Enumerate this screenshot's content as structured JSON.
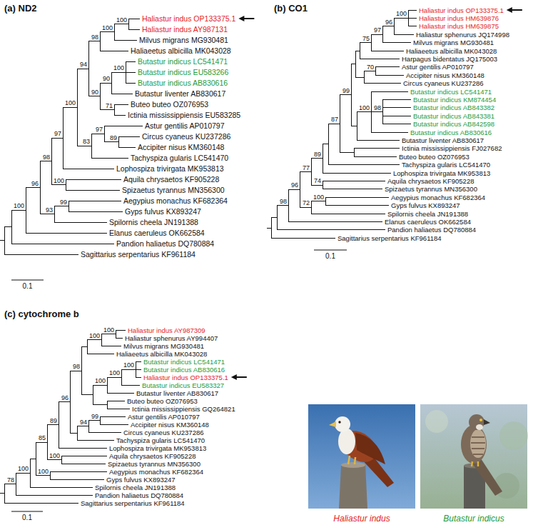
{
  "diagram": {
    "labels": [
      "(a) ND2",
      "Haliastur indus OP133375.1",
      "Haliastur indus AY987131",
      "Milvus migrans MG930481",
      "Haliaeetus albicilla MK043028",
      "Butastur indicus LC541471",
      "Butastur indicus EU583266",
      "Butastur indicus AB830616",
      "Butastur liventer AB830617",
      "Buteo buteo OZ076953",
      "Ictinia mississippiensis EU583285",
      "Astur gentilis AP010797",
      "Circus cyaneus KU237286",
      "Accipiter nisus KM360148",
      "Tachyspiza gularis LC541470",
      "Lophospiza trivirgata MK953813",
      "Aquila chrysaetos KF905228",
      "Spizaetus tyrannus MN356300",
      "Aegypius monachus KF682364",
      "Gyps fulvus KX893247",
      "Spilornis cheela JN191388",
      "Elanus caeruleus OK662584",
      "Pandion haliaetus DQ780884",
      "Sagittarius serpentarius KF961184",
      "100",
      "96",
      "98",
      "97",
      "100",
      "94",
      "98",
      "100",
      "100",
      "90",
      "90",
      "100",
      "71",
      "83",
      "97",
      "89",
      "100",
      "93",
      "99",
      "0.1",
      "(b) CO1",
      "Haliastur indus OP133375.1",
      "Haliastur indus HM639876",
      "Haliastur indus HM639875",
      "Haliastur sphenurus JQ174998",
      "Milvus migrans MG930481",
      "Haliaeetus albicilla MK043028",
      "Harpagus bidentatus JQ175003",
      "Astur gentilis AP010797",
      "Accipiter nisus KM360148",
      "Circus cyaneus KU237286",
      "Butastur indicus LC541471",
      "Butastur indicus KM874454",
      "Butastur indicus AB843382",
      "Butastur indicus AB843381",
      "Butastur indicus AB842598",
      "Butastur indicus AB830616",
      "Butastur liventer AB830617",
      "Ictinia mississippiensis FJ027682",
      "Buteo buteo OZ076953",
      "Tachyspiza gularis LC541470",
      "Lophospiza trivirgata MK953813",
      "Aquila chrysaetos KF905228",
      "Spizaetus tyrannus MN356300",
      "Aegypius monachus KF682364",
      "Gyps fulvus KX893247",
      "Spilornis cheela JN191388",
      "Elanus caeruleus OK662584",
      "Pandion haliaetus DQ780884",
      "Sagittarius serpentarius KF961184",
      "98",
      "96",
      "77",
      "89",
      "87",
      "99",
      "75",
      "97",
      "96",
      "100",
      "70",
      "100",
      "98",
      "74",
      "72",
      "100",
      "0.1",
      "(c) cytochrome b",
      "Haliastur indus AY987309",
      "Haliastur sphenurus AY994407",
      "Milvus migrans MG930481",
      "Haliaeetus albicilla MK043028",
      "Butastur indicus LC541471",
      "Butastur indicus AB830616",
      "Haliastur indus OP133375.1",
      "Butastur indicus EU583327",
      "Butastur liventer AB830617",
      "Buteo buteo OZ076953",
      "Ictinia mississippiensis GQ264821",
      "Astur gentilis AP010797",
      "Accipiter nisus KM360148",
      "Circus cyaneus KU237286",
      "Tachyspiza gularis LC541470",
      "Lophospiza trivirgata MK953813",
      "Aquila chrysaetos KF905228",
      "Spizaetus tyrannus MN356300",
      "Aegypius monachus KF682364",
      "Gyps fulvus KX893247",
      "Spilornis cheela JN191388",
      "Pandion haliaetus DQ780884",
      "Sagittarius serpentarius KF961184",
      "78",
      "100",
      "85",
      "89",
      "96",
      "98",
      "100",
      "100",
      "100",
      "100",
      "100",
      "94",
      "99",
      "100",
      "100",
      "0.1",
      "Haliastur indus",
      "Butastur indicus"
    ]
  }
}
